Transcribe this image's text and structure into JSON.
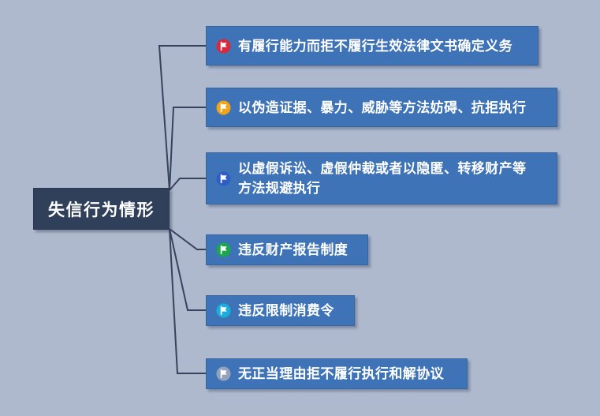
{
  "diagram": {
    "type": "mind-map",
    "background_color": "#aeb9ce",
    "root": {
      "label": "失信行为情形",
      "fill_color": "#31405a",
      "text_color": "#ffffff"
    },
    "connector_color": "#36435c",
    "branch_fill_color": "#3e73b8",
    "branches": [
      {
        "label": "有履行能力而拒不履行生效法律文书确定义务",
        "icon": "flag-icon",
        "icon_color": "#d9293a"
      },
      {
        "label": "以伪造证据、暴力、威胁等方法妨碍、抗拒执行",
        "icon": "flag-icon",
        "icon_color": "#f0a417"
      },
      {
        "label": "以虚假诉讼、虚假仲裁或者以隐匿、转移财产等\n方法规避执行",
        "icon": "flag-icon",
        "icon_color": "#2f5fc4"
      },
      {
        "label": "违反财产报告制度",
        "icon": "flag-icon",
        "icon_color": "#1ba84c"
      },
      {
        "label": "违反限制消费令",
        "icon": "flag-icon",
        "icon_color": "#1aaedb"
      },
      {
        "label": "无正当理由拒不履行执行和解协议",
        "icon": "flag-icon",
        "icon_color": "#93a3bb"
      }
    ]
  }
}
